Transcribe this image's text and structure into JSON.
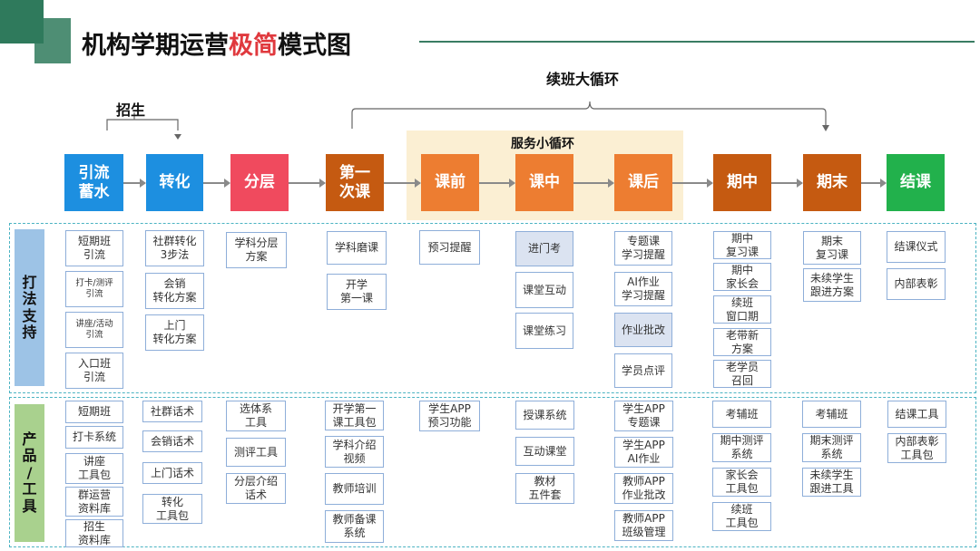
{
  "title": {
    "before": "机构学期运营",
    "highlight": "极简",
    "after": "模式图"
  },
  "labels": {
    "enroll": "招生",
    "big_loop": "续班大循环",
    "small_loop": "服务小循环"
  },
  "colors": {
    "blue": "#1d8fe0",
    "red": "#f04a5e",
    "brown": "#c55a11",
    "orange": "#ed7d31",
    "green": "#22b14c",
    "teal": "#2f7a5c"
  },
  "stages": [
    {
      "key": "yinliu",
      "label": "引流\n蓄水"
    },
    {
      "key": "zhuanhua",
      "label": "转化"
    },
    {
      "key": "fenceng",
      "label": "分层"
    },
    {
      "key": "diyi",
      "label": "第一\n次课"
    },
    {
      "key": "keqian",
      "label": "课前"
    },
    {
      "key": "kezhong",
      "label": "课中"
    },
    {
      "key": "kehou",
      "label": "课后"
    },
    {
      "key": "qizhong",
      "label": "期中"
    },
    {
      "key": "qimo",
      "label": "期末"
    },
    {
      "key": "jieke",
      "label": "结课"
    }
  ],
  "rows": {
    "support": "打\n法\n支\n持",
    "product": "产\n品\n/\n工\n具"
  },
  "support": [
    [
      "短期班\n引流",
      "打卡/测评\n引流",
      "讲座/活动\n引流",
      "入口班\n引流"
    ],
    [
      "社群转化\n3步法",
      "会销\n转化方案",
      "上门\n转化方案"
    ],
    [
      "学科分层\n方案"
    ],
    [
      "学科磨课",
      "开学\n第一课"
    ],
    [
      "预习提醒"
    ],
    [
      "进门考",
      "课堂互动",
      "课堂练习"
    ],
    [
      "专题课\n学习提醒",
      "AI作业\n学习提醒",
      "作业批改",
      "学员点评"
    ],
    [
      "期中\n复习课",
      "期中\n家长会",
      "续班\n窗口期",
      "老带新\n方案",
      "老学员\n召回"
    ],
    [
      "期末\n复习课",
      "未续学生\n跟进方案"
    ],
    [
      "结课仪式",
      "内部表彰"
    ]
  ],
  "tools": [
    [
      "短期班",
      "打卡系统",
      "讲座\n工具包",
      "群运营\n资料库",
      "招生\n资料库"
    ],
    [
      "社群话术",
      "会销话术",
      "上门话术",
      "转化\n工具包"
    ],
    [
      "选体系\n工具",
      "测评工具",
      "分层介绍\n话术"
    ],
    [
      "开学第一\n课工具包",
      "学科介绍\n视频",
      "教师培训",
      "教师备课\n系统"
    ],
    [
      "学生APP\n预习功能"
    ],
    [
      "授课系统",
      "互动课堂",
      "教材\n五件套"
    ],
    [
      "学生APP\n专题课",
      "学生APP\nAI作业",
      "教师APP\n作业批改",
      "教师APP\n班级管理"
    ],
    [
      "考辅班",
      "期中测评\n系统",
      "家长会\n工具包",
      "续班\n工具包"
    ],
    [
      "考辅班",
      "期末测评\n系统",
      "未续学生\n跟进工具"
    ],
    [
      "结课工具",
      "内部表彰\n工具包"
    ]
  ]
}
